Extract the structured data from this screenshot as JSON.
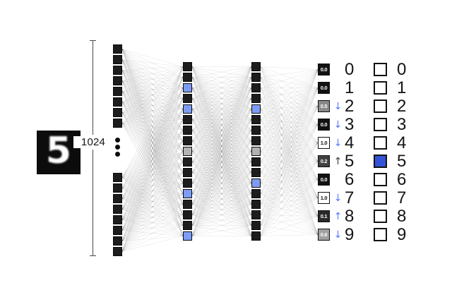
{
  "figure": {
    "description": "neural-network-digit-classification-diagram",
    "sample_digit": "5",
    "input_size_label": "1024"
  },
  "network": {
    "input_layer": {
      "visible_top_nodes": 8,
      "visible_bottom_nodes": 8,
      "ellipsis": true
    },
    "hidden_layer_1": {
      "nodes": [
        "black",
        "black",
        "blue",
        "black",
        "blue",
        "black",
        "black",
        "black",
        "gray",
        "black",
        "black",
        "black",
        "blue",
        "black",
        "black",
        "black",
        "blue"
      ]
    },
    "hidden_layer_2": {
      "nodes": [
        "black",
        "black",
        "black",
        "black",
        "blue",
        "black",
        "black",
        "black",
        "gray",
        "black",
        "black",
        "blue",
        "black",
        "black",
        "black",
        "black",
        "black"
      ]
    }
  },
  "output_layer": {
    "rows": [
      {
        "digit": "0",
        "value": "0.0",
        "arrow": "none"
      },
      {
        "digit": "1",
        "value": "0.0",
        "arrow": "none"
      },
      {
        "digit": "2",
        "value": "0.5",
        "arrow": "down"
      },
      {
        "digit": "3",
        "value": "0.0",
        "arrow": "down"
      },
      {
        "digit": "4",
        "value": "1.0",
        "arrow": "down"
      },
      {
        "digit": "5",
        "value": "0.2",
        "arrow": "up-dark"
      },
      {
        "digit": "6",
        "value": "0.0",
        "arrow": "none"
      },
      {
        "digit": "7",
        "value": "1.0",
        "arrow": "down"
      },
      {
        "digit": "8",
        "value": "0.1",
        "arrow": "up"
      },
      {
        "digit": "9",
        "value": "0.6",
        "arrow": "down"
      }
    ]
  },
  "target_layer": {
    "rows": [
      {
        "digit": "0",
        "active": false
      },
      {
        "digit": "1",
        "active": false
      },
      {
        "digit": "2",
        "active": false
      },
      {
        "digit": "3",
        "active": false
      },
      {
        "digit": "4",
        "active": false
      },
      {
        "digit": "5",
        "active": true
      },
      {
        "digit": "6",
        "active": false
      },
      {
        "digit": "7",
        "active": false
      },
      {
        "digit": "8",
        "active": false
      },
      {
        "digit": "9",
        "active": false
      }
    ]
  },
  "colors": {
    "node_black": "#1d1d1d",
    "node_blue": "#7d9cf5",
    "node_gray": "#b3b3b3",
    "target_blue": "#3354d9",
    "arrow_blue": "#5b7bfa",
    "arrow_dark": "#3b3b3b",
    "wire": "rgba(0,0,0,0.075)"
  },
  "glyphs": {
    "arrow_down": "↓",
    "arrow_up": "↑"
  }
}
